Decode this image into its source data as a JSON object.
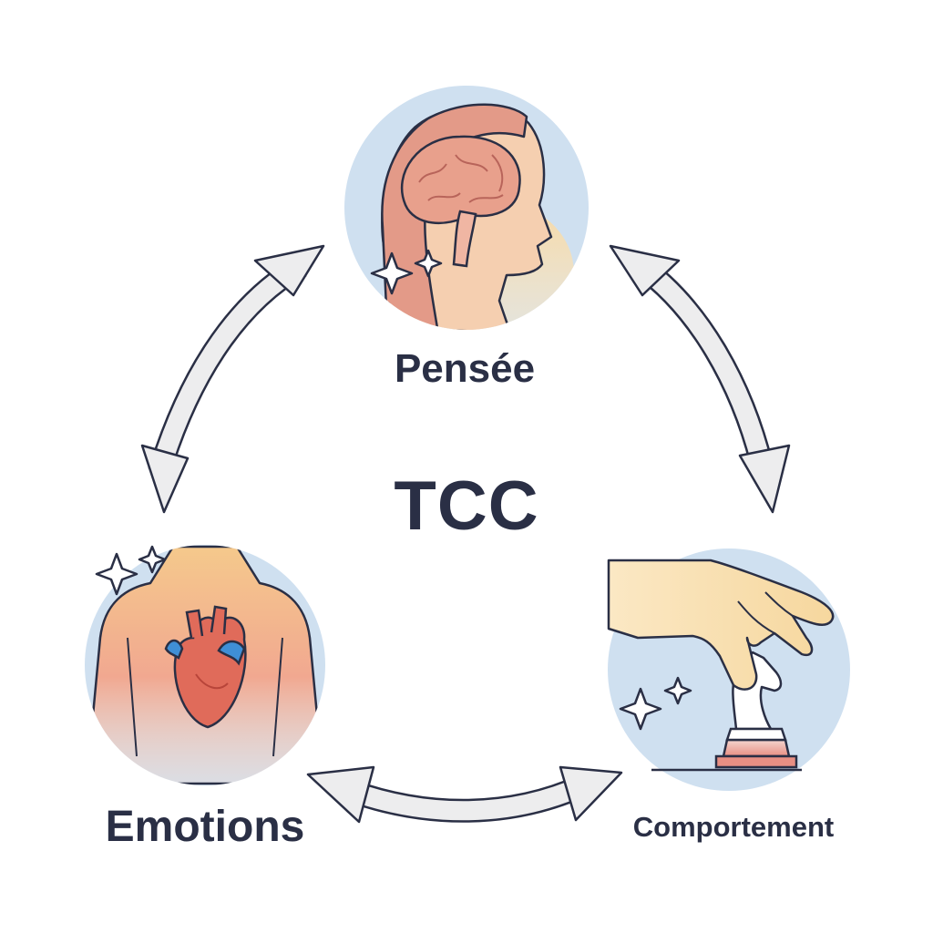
{
  "diagram": {
    "center_title": "TCC",
    "nodes": [
      {
        "id": "pensee",
        "label": "Pensée",
        "icon": "head-brain-icon"
      },
      {
        "id": "emotions",
        "label": "Emotions",
        "icon": "chest-heart-icon"
      },
      {
        "id": "comportement",
        "label": "Comportement",
        "icon": "hand-chess-knight-icon"
      }
    ],
    "edges": [
      {
        "from": "pensee",
        "to": "emotions",
        "type": "bidirectional"
      },
      {
        "from": "pensee",
        "to": "comportement",
        "type": "bidirectional"
      },
      {
        "from": "emotions",
        "to": "comportement",
        "type": "bidirectional"
      }
    ]
  },
  "colors": {
    "circle_bg": "#cfe0f0",
    "skin": "#f3c9a6",
    "brain": "#e8a08c",
    "heart": "#e06b5a",
    "vessel_blue": "#3f8fd6",
    "arrow_fill": "#ededee",
    "outline": "#2a2f45",
    "text": "#2a2f45"
  }
}
